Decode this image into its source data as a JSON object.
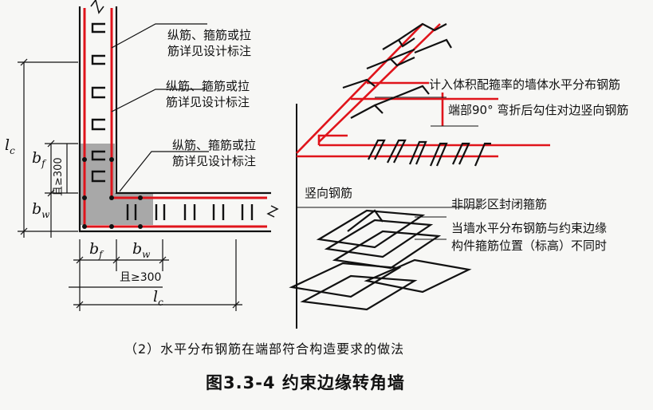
{
  "colors": {
    "rebar": "#e0141b",
    "line": "#111111",
    "shade": "#a8a8a8",
    "background": "#f7f7f5"
  },
  "left": {
    "notes": [
      {
        "line1": "纵筋、箍筋或拉",
        "line2": "筋详见设计标注"
      },
      {
        "line1": "纵筋、箍筋或拉",
        "line2": "筋详见设计标注"
      },
      {
        "line1": "纵筋、箍筋或拉",
        "line2": "筋详见设计标注"
      }
    ],
    "dims": {
      "lc": "l",
      "lc_sub": "c",
      "bf": "b",
      "bf_sub": "f",
      "bw": "b",
      "bw_sub": "w",
      "and300": "且≥300"
    }
  },
  "right": {
    "label_wall_horizontal": "计入体积配箍率的墙体水平分布钢筋",
    "label_end_hook": "端部90° 弯折后勾住对边竖向钢筋",
    "label_vertical": "竖向钢筋",
    "label_closed_stirrup": "非阴影区封闭箍筋",
    "label_note_line1": "当墙水平分布钢筋与约束边缘",
    "label_note_line2": "构件箍筋位置（标高）不同时"
  },
  "caption": {
    "subtitle": "（2）水平分布钢筋在端部符合构造要求的做法",
    "title": "图3.3-4  约束边缘转角墙"
  }
}
